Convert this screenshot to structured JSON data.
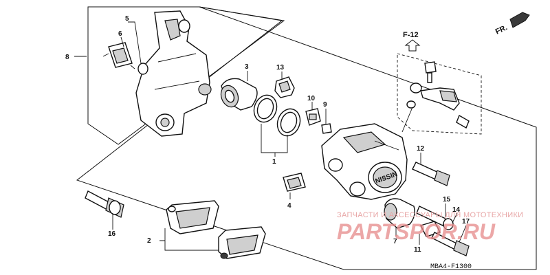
{
  "diagram": {
    "part_numbers": {
      "p1": "1",
      "p2": "2",
      "p3": "3",
      "p4": "4",
      "p5": "5",
      "p6": "6",
      "p7": "7",
      "p8": "8",
      "p9": "9",
      "p10": "10",
      "p11": "11",
      "p12": "12",
      "p13": "13",
      "p14": "14",
      "p15": "15",
      "p16": "16",
      "p17": "17"
    },
    "reference_tag": "F-12",
    "direction_label": "FR.",
    "caliper_brand": "NISSIN",
    "drawing_code": "MBA4-F1300",
    "watermark": {
      "tagline": "ЗАПЧАСТИ И АКСЕССУАРЫ ДЛЯ МОТОТЕХНИКИ",
      "brand": "PARTSPOR.RU"
    }
  }
}
